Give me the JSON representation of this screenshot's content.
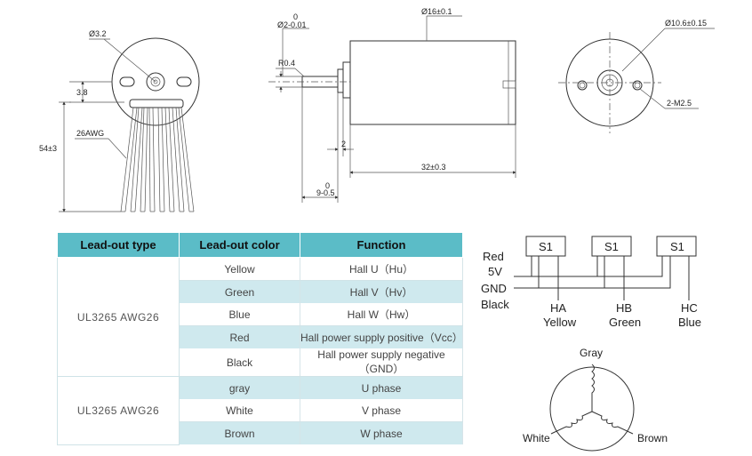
{
  "drawings": {
    "left_view": {
      "hole_dia": "Ø3.2",
      "offset": "3.8",
      "wire_gauge": "26AWG",
      "lead_length": "54±3"
    },
    "side_view": {
      "shaft_dia_upper": "0",
      "shaft_dia_lower": "Ø2-0.01",
      "body_dia": "Ø16±0.1",
      "radius": "R0.4",
      "step": "2",
      "body_length": "32±0.3",
      "shaft_len_upper": "0",
      "shaft_len_lower": "9-0.5"
    },
    "right_view": {
      "boss_dia": "Ø10.6±0.15",
      "screw_holes": "2-M2.5"
    }
  },
  "table": {
    "headers": [
      "Lead-out type",
      "Lead-out color",
      "Function"
    ],
    "group1_type": "UL3265  AWG26",
    "group2_type": "UL3265  AWG26",
    "rows": [
      {
        "color": "Yellow",
        "function": "Hall U（Hu）"
      },
      {
        "color": "Green",
        "function": "Hall V（Hv）"
      },
      {
        "color": "Blue",
        "function": "Hall W（Hw）"
      },
      {
        "color": "Red",
        "function": "Hall power supply positive（Vcc）"
      },
      {
        "color": "Black",
        "function": "Hall power supply negative（GND）"
      },
      {
        "color": "gray",
        "function": "U phase"
      },
      {
        "color": "White",
        "function": "V phase"
      },
      {
        "color": "Brown",
        "function": "W phase"
      }
    ]
  },
  "wiring": {
    "sensor_labels": [
      "S1",
      "S1",
      "S1"
    ],
    "left_labels": [
      "Red",
      "5V",
      "GND",
      "Black"
    ],
    "outputs": [
      {
        "code": "HA",
        "color": "Yellow"
      },
      {
        "code": "HB",
        "color": "Green"
      },
      {
        "code": "HC",
        "color": "Blue"
      }
    ]
  },
  "phase": {
    "top": "Gray",
    "left": "White",
    "right": "Brown"
  }
}
